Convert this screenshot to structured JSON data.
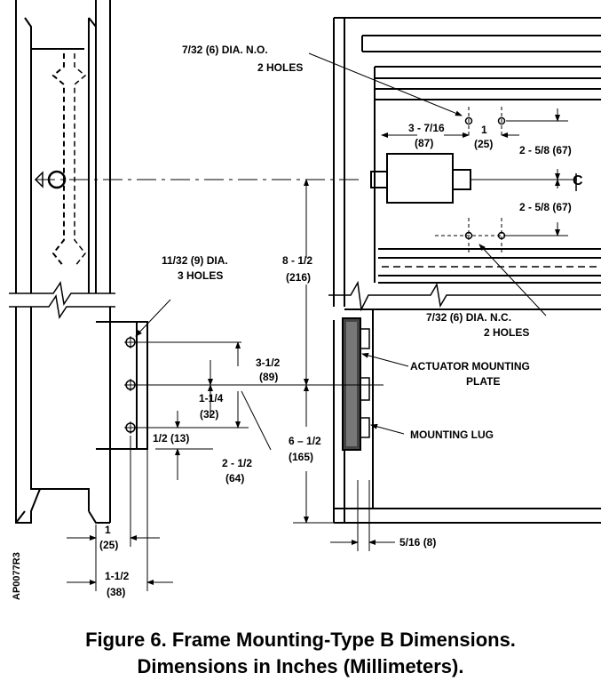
{
  "labels": {
    "no_holes_dia": "7/32  (6) DIA. N.O.",
    "no_holes_count": "2 HOLES",
    "dim_3_7_16": "3 - 7/16",
    "dim_87": "(87)",
    "dim_1_top": "1",
    "dim_25_top": "(25)",
    "dim_2_5_8_upper": "2 - 5/8  (67)",
    "centerline": "C",
    "dim_2_5_8_lower": "2 - 5/8  (67)",
    "dim_8_1_2": "8 - 1/2",
    "dim_216": "(216)",
    "holes_11_32_dia": "11/32  (9) DIA.",
    "holes_3": "3 HOLES",
    "nc_holes_dia": "7/32  (6) DIA.  N.C.",
    "nc_holes_count": "2 HOLES",
    "dim_3_1_2": "3-1/2",
    "dim_89": "(89)",
    "dim_1_1_4": "1-1/4",
    "dim_32": "(32)",
    "actuator_plate_1": "ACTUATOR MOUNTING",
    "actuator_plate_2": "PLATE",
    "mounting_lug": "MOUNTING LUG",
    "dim_half": "1/2   (13)",
    "dim_6_1_2": "6 – 1/2",
    "dim_165": "(165)",
    "dim_2_1_2": "2 - 1/2",
    "dim_64": "(64)",
    "dim_1_bottom": "1",
    "dim_25_bottom": "(25)",
    "dim_5_16": "5/16   (8)",
    "dim_1_1_2": "1-1/2",
    "dim_38": "(38)",
    "ref_code": "AP0077R3"
  },
  "caption": {
    "line1": "Figure 6.  Frame Mounting-Type B Dimensions.",
    "line2": "Dimensions in Inches (Millimeters)."
  }
}
